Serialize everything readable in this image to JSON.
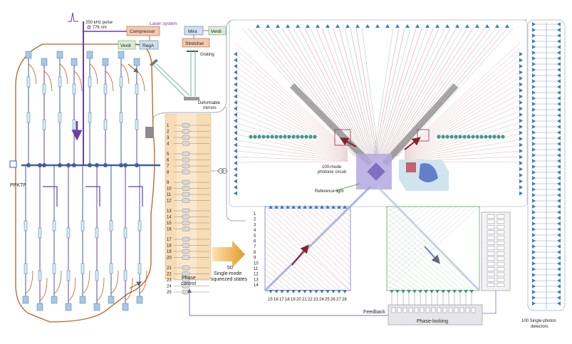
{
  "pulse": {
    "line1": "250 kHz pulse",
    "line2": "@ 776 nm"
  },
  "laser": {
    "title": "Laser system",
    "compressor": "Compressor",
    "verdi_left": "Verdi",
    "rega": "RegA",
    "mira": "Mira",
    "verdi_right": "Verdi",
    "stretcher": "Stretcher",
    "grating": "Grating",
    "mirrors_line1": "Deformable",
    "mirrors_line2": "mirrors"
  },
  "ppktp": "PPKTP",
  "phase_control": {
    "line1": "Phase",
    "line2": "control"
  },
  "source_channels": [
    "1",
    "2",
    "3",
    "4",
    "5",
    "6",
    "7",
    "8",
    "9",
    "10",
    "11",
    "12",
    "13",
    "14",
    "15",
    "16",
    "17",
    "18",
    "19",
    "20",
    "21",
    "22",
    "23",
    "24",
    "25"
  ],
  "squeezed": {
    "count": "50",
    "line1": "Single-mode",
    "line2": "squeezed states"
  },
  "circuit": {
    "line1": "100-mode",
    "line2": "photonic circuit"
  },
  "reference_light": "Reference light",
  "input_ports_left": [
    "1",
    "2",
    "3",
    "4",
    "5",
    "6",
    "7",
    "8",
    "9",
    "10",
    "11",
    "12",
    "13",
    "14"
  ],
  "input_ports_bottom": [
    "15",
    "16",
    "17",
    "18",
    "19",
    "20",
    "21",
    "22",
    "23",
    "24",
    "25",
    "26",
    "27",
    "28"
  ],
  "feedback": "Feedback",
  "phase_locking": "Phase-locking",
  "detectors": {
    "line1": "100 Single-photon",
    "line2": "detectors"
  },
  "colors": {
    "pump_purple": "#6b3fa0",
    "fiber_orange": "#b5651d",
    "blue_component": "#3f7fb8",
    "teal_component": "#3f9a8a",
    "red_path": "#a0303a",
    "circuit_purple": "#9e8fd0",
    "phase_control_fill": "#f7dcb4",
    "arrow_gold": "#e4a23a",
    "green_path": "#6aaa5a"
  }
}
